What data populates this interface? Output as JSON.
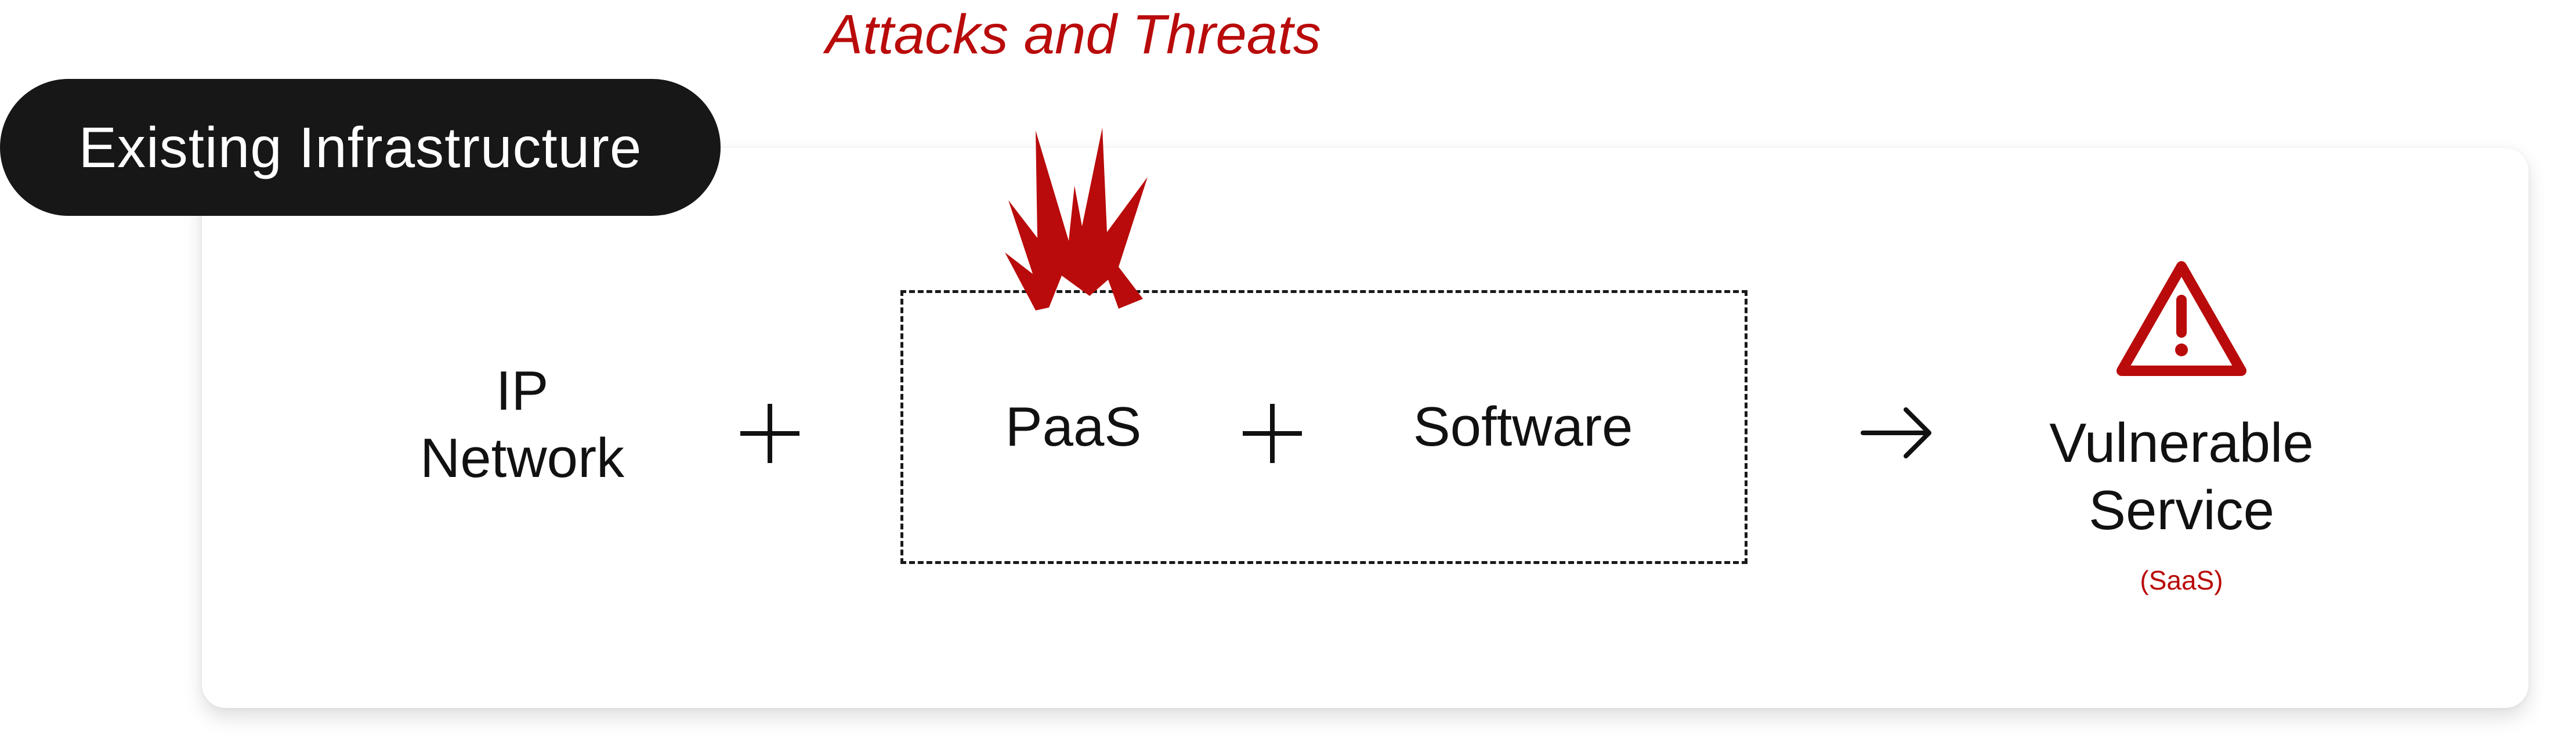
{
  "header": {
    "attacks_label": "Attacks and Threats",
    "infrastructure_label": "Existing Infrastructure"
  },
  "diagram": {
    "ip_network": {
      "line1": "IP",
      "line2": "Network"
    },
    "paas_label": "PaaS",
    "software_label": "Software",
    "result": {
      "line1": "Vulnerable",
      "line2": "Service",
      "sub": "(SaaS)"
    }
  },
  "icons": {
    "burst": "explosion-icon",
    "plus": "plus-icon",
    "arrow": "arrow-right-icon",
    "warning": "warning-triangle-icon"
  },
  "colors": {
    "accent_red": "#b90b0b",
    "pill_bg": "#171717",
    "text": "#111111",
    "card_bg": "#ffffff"
  }
}
